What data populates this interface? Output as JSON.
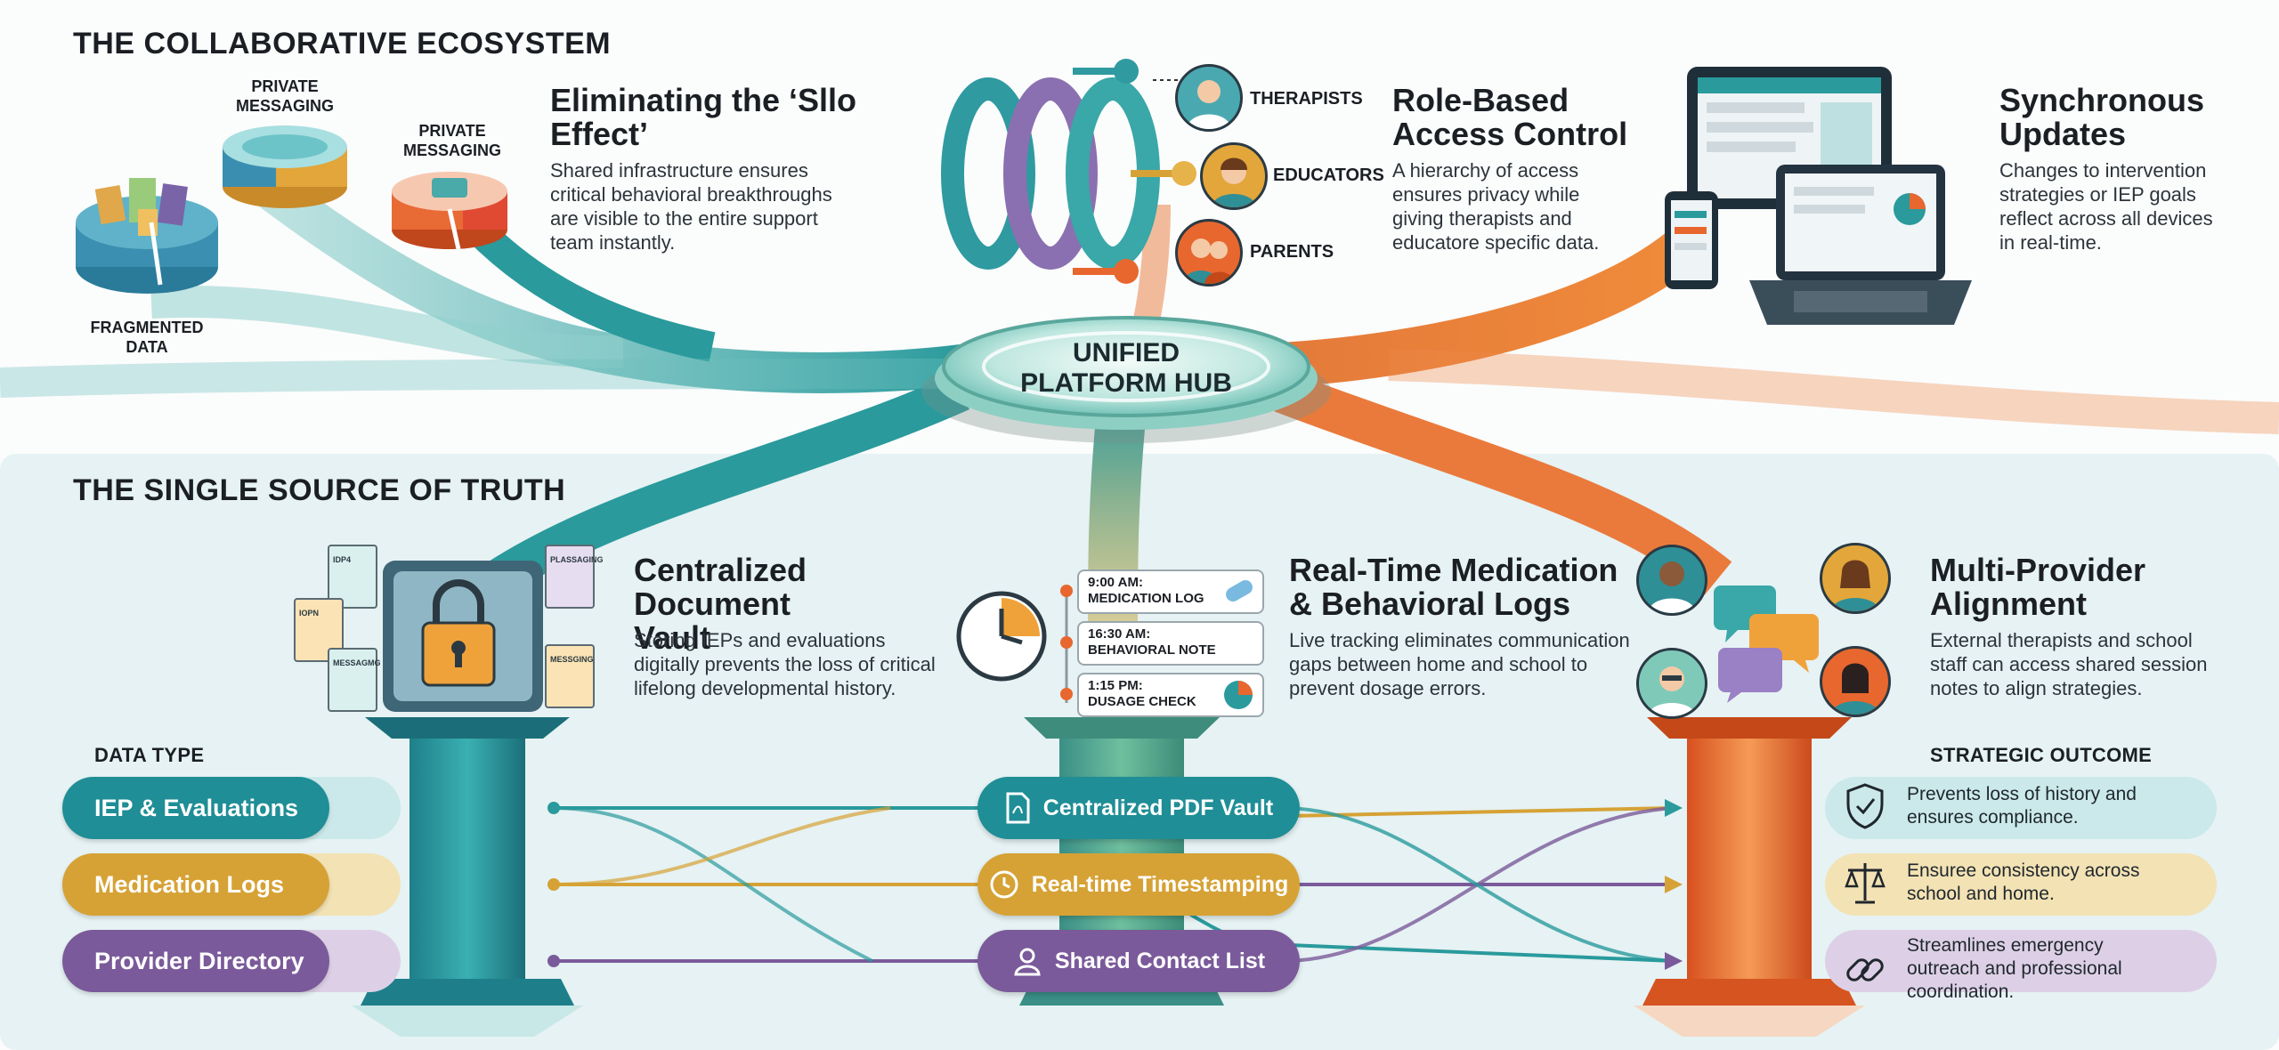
{
  "sections": {
    "top_title": "THE COLLABORATIVE ECOSYSTEM",
    "bottom_title": "THE SINGLE SOURCE OF TRUTH"
  },
  "hub": {
    "line1": "UNIFIED",
    "line2": "PLATFORM HUB"
  },
  "silo_labels": {
    "private1": "PRIVATE MESSAGING",
    "private2": "PRIVATE MESSAGING",
    "fragmented": "FRAGMENTED DATA"
  },
  "roles": {
    "therapists": "THERAPISTS",
    "educators": "EDUCATORS",
    "parents": "PARENTS"
  },
  "features": {
    "silo": {
      "title": "Eliminating the ‘Sllo Effect’",
      "desc": "Shared infrastructure ensures critical behavioral breakthroughs are visible to the entire support team instantly."
    },
    "access": {
      "title": "Role-Based Access Control",
      "desc": "A hierarchy of access ensures privacy while giving therapists and educatore specific data."
    },
    "sync": {
      "title": "Synchronous Updates",
      "desc": "Changes to intervention strategies or IEP goals reflect across all devices in real-time."
    },
    "vault": {
      "title": "Centralized Document Vault",
      "desc": "Storing IEPs and evaluations digitally prevents the loss of critical lifelong developmental history."
    },
    "logs": {
      "title": "Real-Time Medication & Behavioral Logs",
      "desc": "Live tracking eliminates communication gaps between home and school to prevent dosage errors."
    },
    "alignment": {
      "title": "Multi-Provider Alignment",
      "desc": "External therapists and school staff can access shared session notes to align strategies."
    }
  },
  "vault_docs": [
    "IDP4",
    "IOPN",
    "MESSAGMG",
    "PLASSAGING",
    "MESSGING"
  ],
  "log_entries": [
    {
      "time": "9:00 AM:",
      "label": "MEDICATION LOG"
    },
    {
      "time": "16:30 AM:",
      "label": "BEHAVIORAL NOTE"
    },
    {
      "time": "1:15 PM:",
      "label": "DUSAGE CHECK"
    }
  ],
  "table": {
    "data_type_header": "DATA TYPE",
    "outcome_header": "STRATEGIC OUTCOME",
    "rows": [
      {
        "data_type": "IEP & Evaluations",
        "middle": "Centralized PDF Vault",
        "outcome": "Prevents loss of history and ensures compliance.",
        "color": "#1f8e96",
        "lane": "#cbe9ea",
        "icon": "shield-icon"
      },
      {
        "data_type": "Medication Logs",
        "middle": "Real-time Timestamping",
        "outcome": "Ensuree consistency across school and home.",
        "color": "#d6a235",
        "lane": "#f3e2b4",
        "icon": "scales-icon"
      },
      {
        "data_type": "Provider Directory",
        "middle": "Shared Contact List",
        "outcome": "Streamlines emergency outreach and professional coordination.",
        "color": "#7a5a9a",
        "lane": "#ddd0e6",
        "icon": "link-icon"
      }
    ]
  },
  "colors": {
    "teal": "#1f8e96",
    "orange": "#e8672e",
    "gold": "#d6a235",
    "purple": "#7a5a9a"
  }
}
